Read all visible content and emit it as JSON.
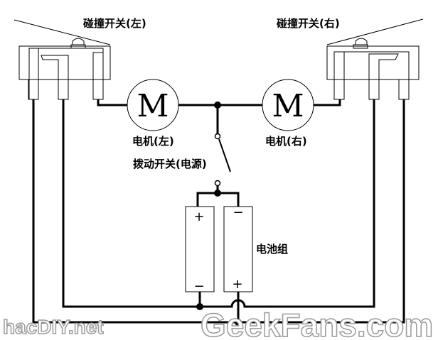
{
  "labels": {
    "switch_left": "碰撞开关(左)",
    "switch_right": "碰撞开关(右)",
    "motor_left": "电机(左)",
    "motor_right": "电机(右)",
    "power_switch": "拨动开关(电源)",
    "battery_pack": "电池组"
  },
  "motor_symbol": "M",
  "battery_marks": {
    "plus": "+",
    "minus": "−"
  },
  "watermarks": {
    "left": "hacDIY.net",
    "right": "GeekFans.com"
  }
}
